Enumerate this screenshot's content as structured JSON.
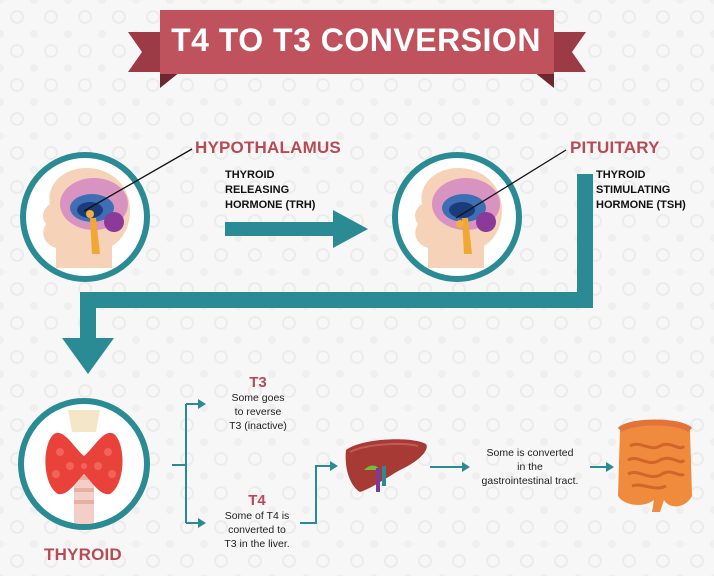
{
  "title": "T4 TO T3 CONVERSION",
  "hypothalamus": {
    "label": "HYPOTHALAMUS"
  },
  "pituitary": {
    "label": "PITUITARY"
  },
  "trh": {
    "line1": "THYROID",
    "line2": "RELEASING",
    "line3": "HORMONE (TRH)"
  },
  "tsh": {
    "line1": "THYROID",
    "line2": "STIMULATING",
    "line3": "HORMONE (TSH)"
  },
  "thyroid": {
    "label": "THYROID"
  },
  "t3": {
    "heading": "T3",
    "line1": "Some goes",
    "line2": "to reverse",
    "line3": "T3 (inactive)"
  },
  "t4": {
    "heading": "T4",
    "line1": "Some of T4 is",
    "line2": "converted to",
    "line3": "T3 in the liver."
  },
  "gi": {
    "line1": "Some is converted",
    "line2": "in the",
    "line3": "gastrointestinal tract."
  },
  "colors": {
    "accent": "#2a8b94",
    "brand_red": "#b84a56",
    "banner": "#c0525e"
  },
  "icons": [
    "brain-head-icon",
    "brain-head-icon",
    "thyroid-icon",
    "liver-icon",
    "intestines-icon"
  ]
}
